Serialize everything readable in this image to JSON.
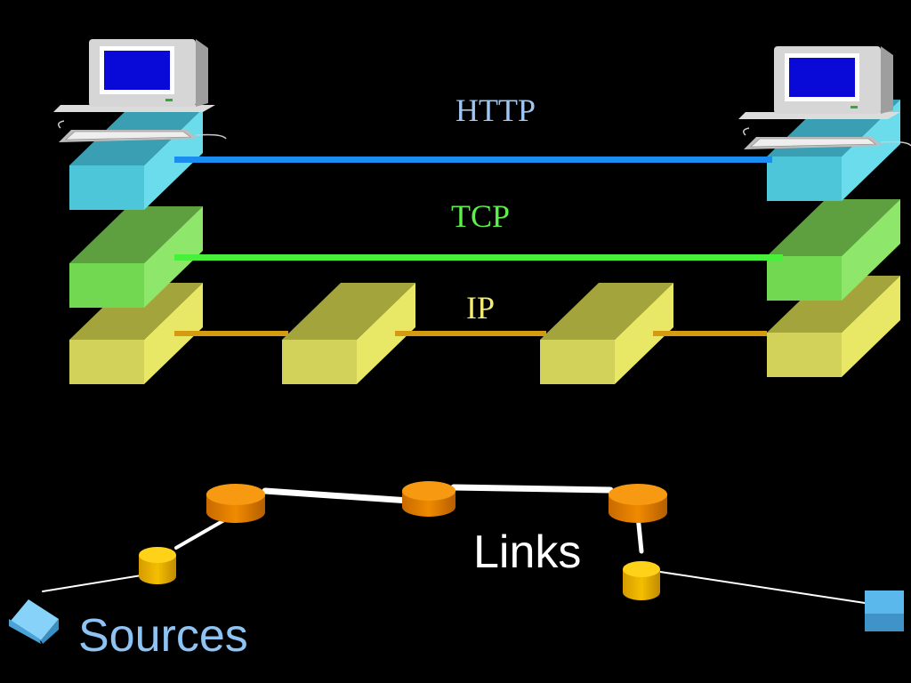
{
  "layers": {
    "http": {
      "label": "HTTP",
      "color": "#9fc7f5"
    },
    "tcp": {
      "label": "TCP",
      "color": "#5cf04a"
    },
    "ip": {
      "label": "IP",
      "color": "#f5ec72"
    }
  },
  "network": {
    "links_label": "Links",
    "sources_label": "Sources"
  },
  "colors": {
    "background": "#000000",
    "http_line": "#1a8ef0",
    "tcp_line": "#48f03a",
    "ip_line": "#d49a10",
    "http_block": "#4cc6d8",
    "tcp_block": "#72d852",
    "ip_block": "#d2d25a",
    "router": "#f08a00",
    "source_node": "#f5bf00",
    "host_box": "#5bb8ec",
    "links_text": "#ffffff",
    "sources_text": "#8ec4f4"
  },
  "icons": [
    "desktop-computer-icon",
    "desktop-computer-icon"
  ]
}
